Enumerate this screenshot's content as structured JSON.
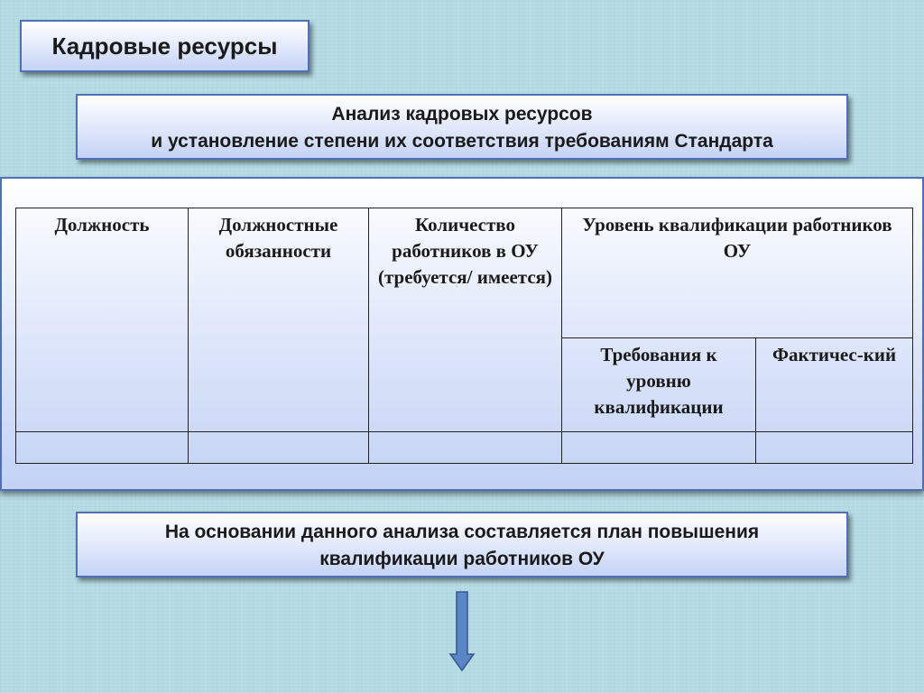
{
  "title": "Кадровые ресурсы",
  "analysis": {
    "line1": "Анализ кадровых ресурсов",
    "line2": "и установление степени их соответствия требованиям Стандарта"
  },
  "table": {
    "headers": {
      "position": "Должность",
      "duties": "Должностные обязанности",
      "count": "Количество работников в ОУ (требуется/ имеется)",
      "qualification": "Уровень квалификации работников ОУ",
      "requirements": "Требования к уровню квалификации",
      "actual": "Фактичес-кий"
    }
  },
  "plan": {
    "line1": "На основании данного анализа составляется план повышения",
    "line2": "квалификации работников ОУ"
  },
  "colors": {
    "box_border": "#4f6fb7",
    "arrow_fill": "#5b86c6",
    "background": "#b4dbe3"
  },
  "icons": {
    "arrow": "down-arrow-icon"
  }
}
